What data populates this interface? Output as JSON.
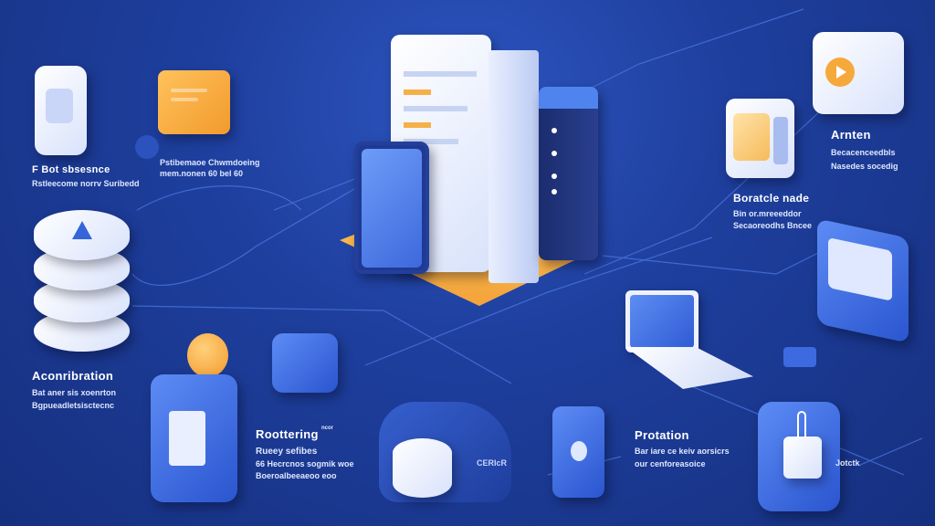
{
  "labels": {
    "top_left": {
      "title": "F Bot sbsesnce",
      "line1": "Rstleecome norrv Suribedd"
    },
    "top_left_2": {
      "line1": "Pstibemaoe Chwmdoeing",
      "line2": "mem.nonen 60 bel 60"
    },
    "database": {
      "title": "Aconribration",
      "line1": "Bat aner sis xoenrton",
      "line2": "Bgpueadletsisctecnc"
    },
    "right_top": {
      "title": "Arnten",
      "line1": "Becacenceedbls",
      "line2": "Nasedes socedig"
    },
    "right_mid": {
      "title": "Boratcle nade",
      "line1": "Bin or.mreeeddor",
      "line2": "Secaoreodhs Bncee"
    },
    "monitoring": {
      "title": "Roottering",
      "badge": "ncor",
      "line1": "Rueey sefibes",
      "line2": "66 Hecrcnos sogmik woe",
      "line3": "Boeroalbeeaeoo eoo"
    },
    "cloud": {
      "label": "CERIcR"
    },
    "protection": {
      "title": "Protation",
      "line1": "Bar iare ce keiv aorsicrs",
      "line2": "our cenforeasoice"
    },
    "lock": {
      "label": "Jotctk"
    }
  },
  "colors": {
    "background": "#1e3f9e",
    "accent_orange": "#f6a93b",
    "accent_blue": "#3d6ae0"
  }
}
